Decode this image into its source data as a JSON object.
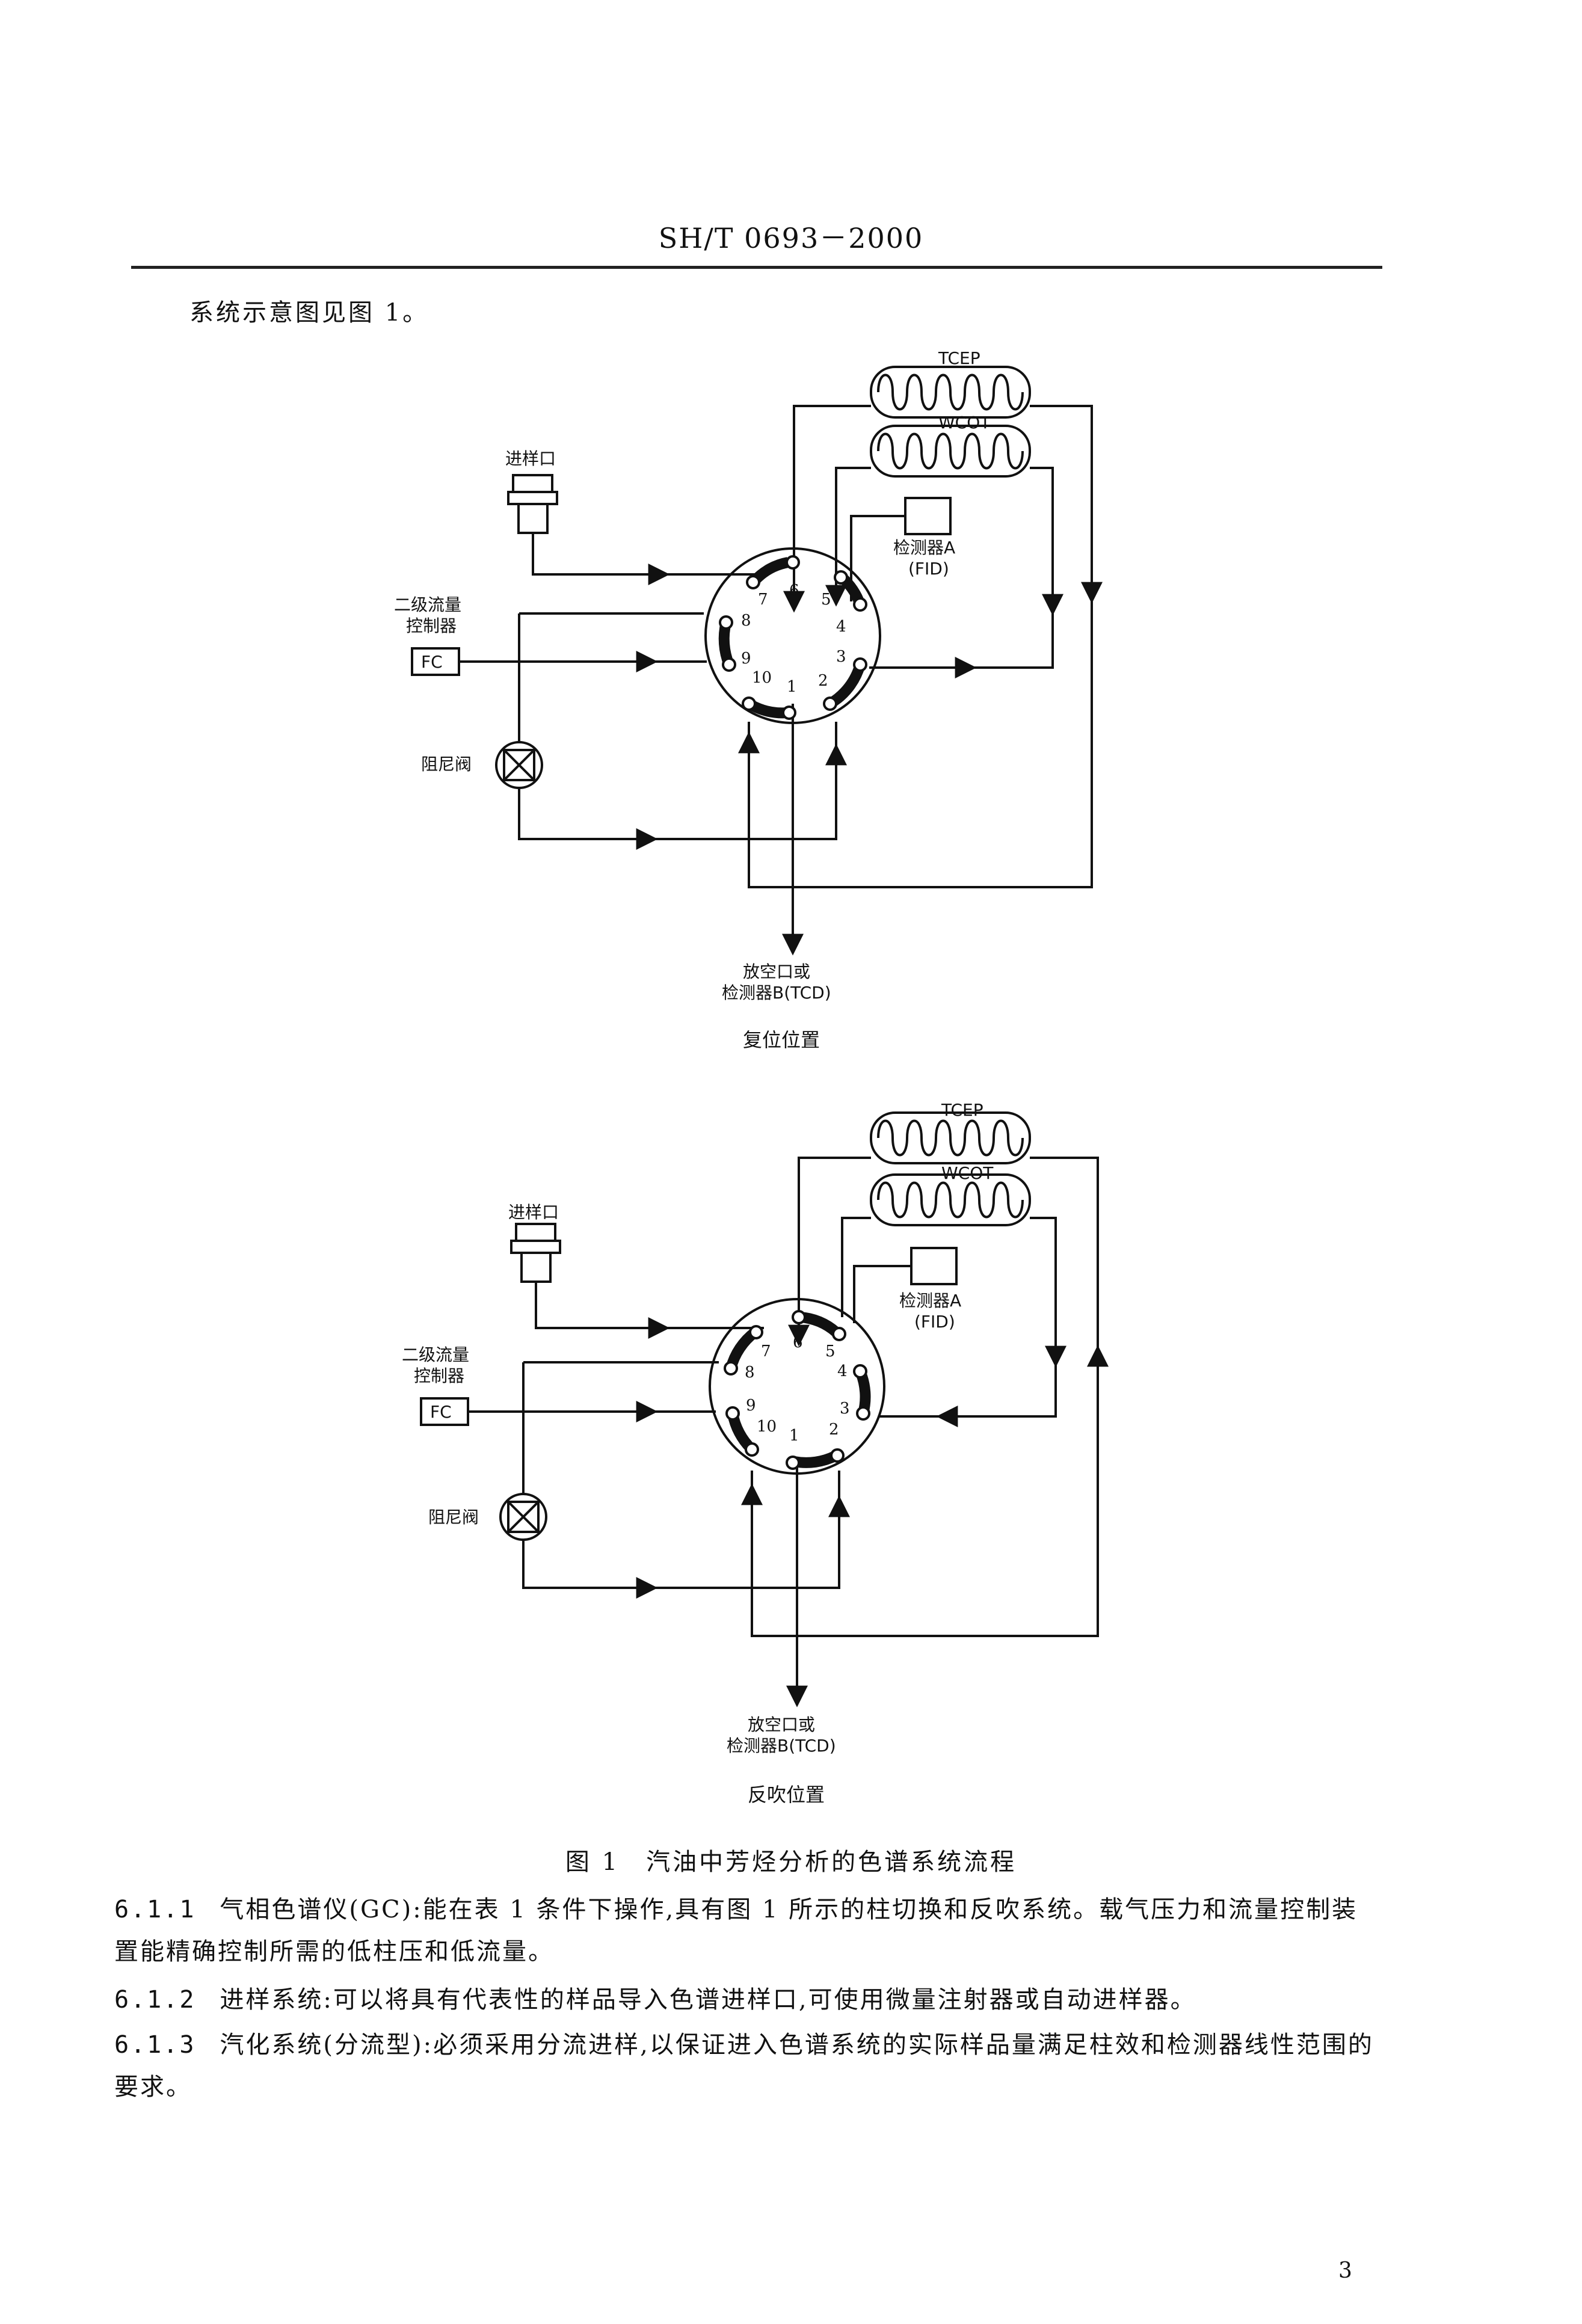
{
  "header": {
    "standard_no": "SH/T 0693－2000"
  },
  "intro": "系统示意图见图 1。",
  "diagram_labels": {
    "tcep": "TCEP",
    "wcot": "WCOT",
    "inlet": "进样口",
    "fc_label_line1": "二级流量",
    "fc_label_line2": "控制器",
    "fc": "FC",
    "restrictor": "阻尼阀",
    "detector_a_line1": "检测器A",
    "detector_a_line2": "(FID)",
    "vent_line1": "放空口或",
    "vent_line2": "检测器B(TCD)"
  },
  "ports": [
    "1",
    "2",
    "3",
    "4",
    "5",
    "6",
    "7",
    "8",
    "9",
    "10"
  ],
  "diagrams": [
    {
      "caption": "复位位置"
    },
    {
      "caption": "反吹位置"
    }
  ],
  "figure_caption": "图 1　汽油中芳烃分析的色谱系统流程",
  "paragraphs": [
    {
      "num": "6.1.1",
      "text": "气相色谱仪(GC):能在表 1 条件下操作,具有图 1 所示的柱切换和反吹系统。载气压力和流量控制装置能精确控制所需的低柱压和低流量。"
    },
    {
      "num": "6.1.2",
      "text": "进样系统:可以将具有代表性的样品导入色谱进样口,可使用微量注射器或自动进样器。"
    },
    {
      "num": "6.1.3",
      "text": "汽化系统(分流型):必须采用分流进样,以保证进入色谱系统的实际样品量满足柱效和检测器线性范围的要求。"
    }
  ],
  "page_number": "3"
}
